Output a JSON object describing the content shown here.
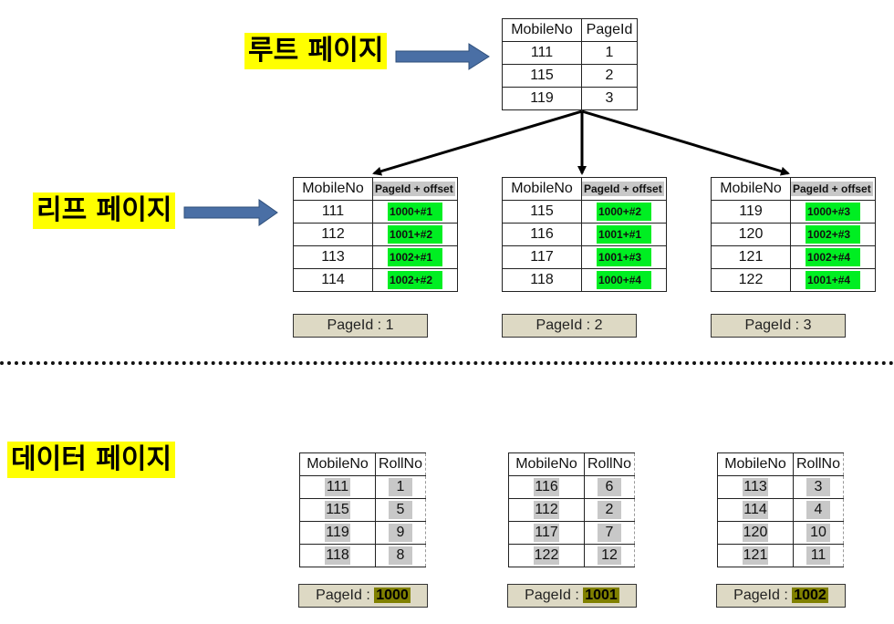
{
  "labels": {
    "root": "루트 페이지",
    "leaf": "리프 페이지",
    "data": "데이터 페이지"
  },
  "root_table": {
    "headers": [
      "MobileNo",
      "PageId"
    ],
    "rows": [
      [
        "111",
        "1"
      ],
      [
        "115",
        "2"
      ],
      [
        "119",
        "3"
      ]
    ]
  },
  "leaf_tables": [
    {
      "headers": [
        "MobileNo",
        "PageId + offset"
      ],
      "rows": [
        [
          "111",
          "1000+#1"
        ],
        [
          "112",
          "1001+#2"
        ],
        [
          "113",
          "1002+#1"
        ],
        [
          "114",
          "1002+#2"
        ]
      ],
      "page_label": "PageId : 1"
    },
    {
      "headers": [
        "MobileNo",
        "PageId + offset"
      ],
      "rows": [
        [
          "115",
          "1000+#2"
        ],
        [
          "116",
          "1001+#1"
        ],
        [
          "117",
          "1001+#3"
        ],
        [
          "118",
          "1000+#4"
        ]
      ],
      "page_label": "PageId : 2"
    },
    {
      "headers": [
        "MobileNo",
        "PageId + offset"
      ],
      "rows": [
        [
          "119",
          "1000+#3"
        ],
        [
          "120",
          "1002+#3"
        ],
        [
          "121",
          "1002+#4"
        ],
        [
          "122",
          "1001+#4"
        ]
      ],
      "page_label": "PageId : 3"
    }
  ],
  "data_tables": [
    {
      "headers": [
        "MobileNo",
        "RollNo"
      ],
      "rows": [
        [
          "111",
          "1"
        ],
        [
          "115",
          "5"
        ],
        [
          "119",
          "9"
        ],
        [
          "118",
          "8"
        ]
      ],
      "page_prefix": "PageId : ",
      "page_id": "1000"
    },
    {
      "headers": [
        "MobileNo",
        "RollNo"
      ],
      "rows": [
        [
          "116",
          "6"
        ],
        [
          "112",
          "2"
        ],
        [
          "117",
          "7"
        ],
        [
          "122",
          "12"
        ]
      ],
      "page_prefix": "PageId : ",
      "page_id": "1001"
    },
    {
      "headers": [
        "MobileNo",
        "RollNo"
      ],
      "rows": [
        [
          "113",
          "3"
        ],
        [
          "114",
          "4"
        ],
        [
          "120",
          "10"
        ],
        [
          "121",
          "11"
        ]
      ],
      "page_prefix": "PageId : ",
      "page_id": "1002"
    }
  ],
  "colors": {
    "label_bg": "#ffff00",
    "offset_bg": "#00ee22",
    "gray_cell": "#c8c8c8",
    "page_label_bg": "#ddd9c4",
    "page_id_highlight": "#808000",
    "blue_arrow": "#4a6fa5"
  }
}
